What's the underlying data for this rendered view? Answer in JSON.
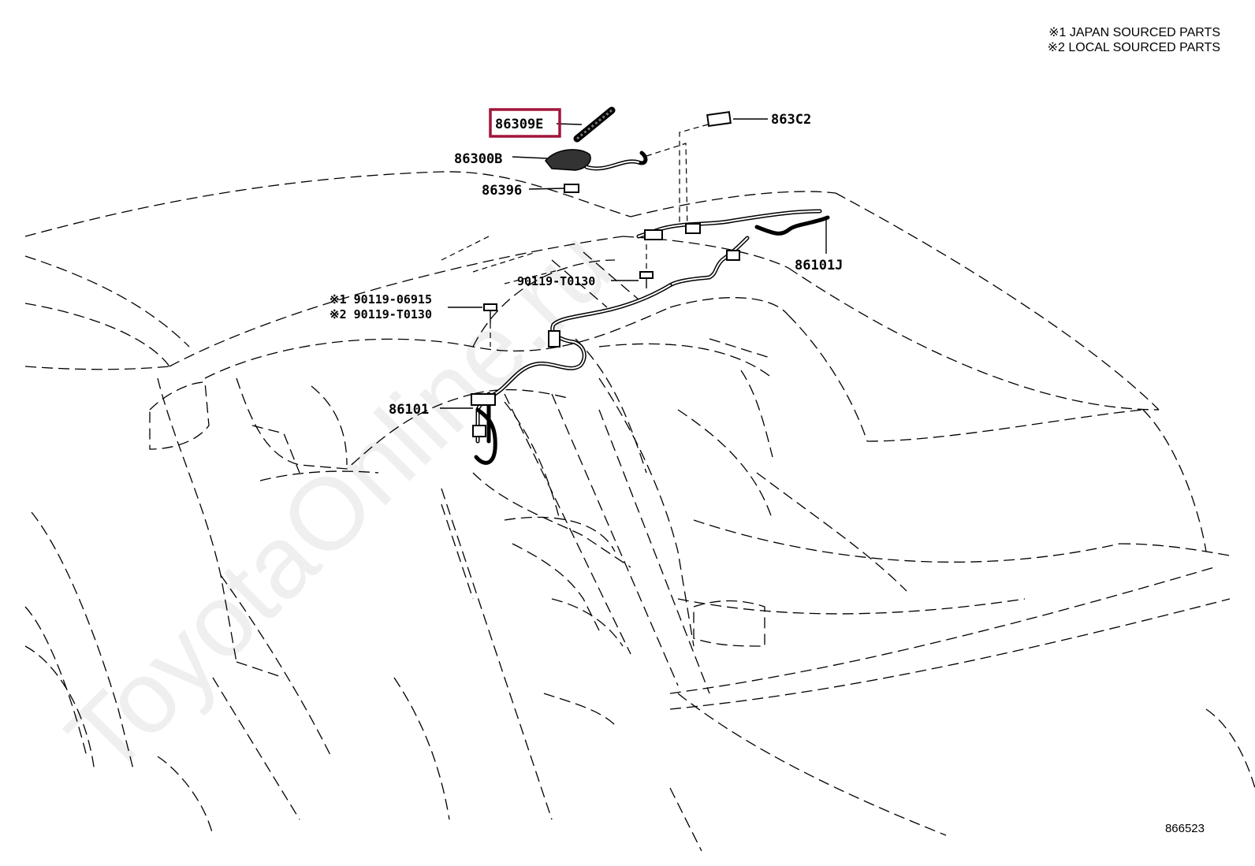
{
  "notes": {
    "line1": "※1 JAPAN SOURCED PARTS",
    "line2": "※2 LOCAL SOURCED PARTS"
  },
  "parts": {
    "antenna_rod": "86309E",
    "antenna_base": "86300B",
    "antenna_pad": "86396",
    "connector": "863C2",
    "cord_upper": "86101J",
    "screw_upper": "90119-T0130",
    "screw_note1": "※1 90119-06915",
    "screw_note2": "※2 90119-T0130",
    "cord_main": "86101"
  },
  "highlight_color": "#a0163a",
  "watermark": "ToyotaOnline.ru",
  "diagram_code": "866523"
}
